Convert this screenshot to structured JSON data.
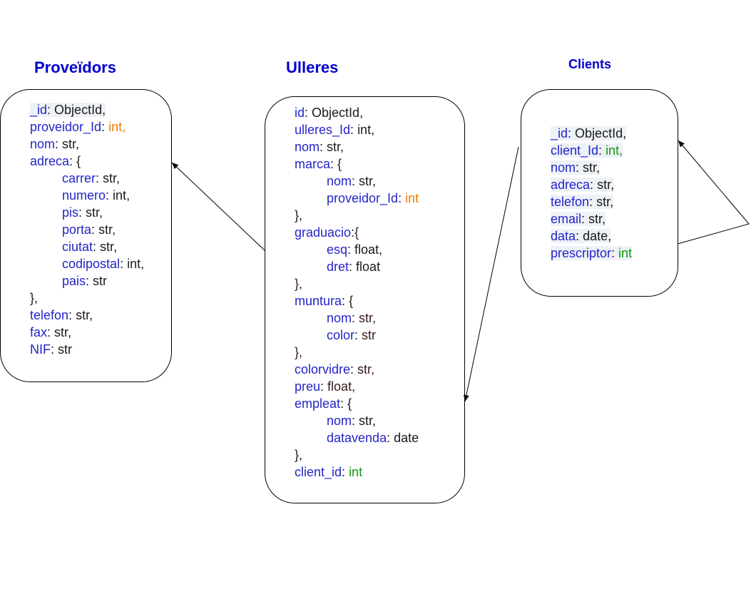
{
  "titles": {
    "proveidors": "Proveïdors",
    "ulleres": "Ulleres",
    "clients": "Clients"
  },
  "colors": {
    "title": "#0000cc",
    "key": "#2424c8",
    "int_orange": "#ef7a00",
    "int_green": "#119911",
    "text": "#1a1a1a"
  },
  "proveidors": [
    {
      "indent": 0,
      "key": "_id",
      "sep": ": ",
      "val": "ObjectId",
      "end": ",",
      "hl": true
    },
    {
      "indent": 0,
      "key": "proveidor_Id",
      "sep": ": ",
      "val": "int",
      "end": ",",
      "style": "int-orange"
    },
    {
      "indent": 0,
      "key": "nom",
      "sep": ": ",
      "val": "str",
      "end": ","
    },
    {
      "indent": 0,
      "key": "adreca",
      "sep": ": ",
      "val": "{",
      "end": ""
    },
    {
      "indent": 1,
      "key": "carrer",
      "sep": ": ",
      "val": "str",
      "end": ","
    },
    {
      "indent": 1,
      "key": "numero",
      "sep": ": ",
      "val": "int",
      "end": ","
    },
    {
      "indent": 1,
      "key": "pis",
      "sep": ": ",
      "val": "str",
      "end": ","
    },
    {
      "indent": 1,
      "key": "porta",
      "sep": ": ",
      "val": "str",
      "end": ","
    },
    {
      "indent": 1,
      "key": "ciutat",
      "sep": ": ",
      "val": "str",
      "end": ","
    },
    {
      "indent": 1,
      "key": "codipostal",
      "sep": ": ",
      "val": "int",
      "end": ","
    },
    {
      "indent": 1,
      "key": "pais",
      "sep": ": ",
      "val": "str",
      "end": ""
    },
    {
      "indent": 0,
      "key": "",
      "sep": "",
      "val": "},",
      "end": ""
    },
    {
      "indent": 0,
      "key": "telefon",
      "sep": ": ",
      "val": "str",
      "end": ","
    },
    {
      "indent": 0,
      "key": "fax",
      "sep": ": ",
      "val": "str",
      "end": ","
    },
    {
      "indent": 0,
      "key": "NIF",
      "sep": ": ",
      "val": "str",
      "end": ""
    }
  ],
  "ulleres": [
    {
      "indent": 0,
      "key": "id",
      "sep": ": ",
      "val": "ObjectId",
      "end": ","
    },
    {
      "indent": 0,
      "key": "ulleres_Id",
      "sep": ": ",
      "val": "int",
      "end": ","
    },
    {
      "indent": 0,
      "key": "nom",
      "sep": ": ",
      "val": "str",
      "end": ","
    },
    {
      "indent": 0,
      "key": "marca",
      "sep": ": ",
      "val": "{",
      "end": ""
    },
    {
      "indent": 1,
      "key": "nom",
      "sep": ": ",
      "val": "str",
      "end": ","
    },
    {
      "indent": 1,
      "key": "proveidor_Id",
      "sep": ": ",
      "val": "int",
      "end": "",
      "style": "int-orange"
    },
    {
      "indent": 0,
      "key": "",
      "sep": "",
      "val": "},",
      "end": ""
    },
    {
      "indent": 0,
      "key": "graduacio",
      "sep": ":",
      "val": "{",
      "end": "",
      "style": "dark"
    },
    {
      "indent": 1,
      "key": "esq",
      "sep": ": ",
      "val": "float",
      "end": ","
    },
    {
      "indent": 1,
      "key": "dret",
      "sep": ": ",
      "val": "float",
      "end": ""
    },
    {
      "indent": 0,
      "key": "",
      "sep": "",
      "val": "},",
      "end": "",
      "style": "dark"
    },
    {
      "indent": 0,
      "key": "muntura",
      "sep": ": ",
      "val": "{",
      "end": ""
    },
    {
      "indent": 1,
      "key": "nom",
      "sep": ": ",
      "val": "str",
      "end": ",",
      "style": "dark"
    },
    {
      "indent": 1,
      "key": "color",
      "sep": ": ",
      "val": "str",
      "end": "",
      "style": "dark"
    },
    {
      "indent": 0,
      "key": "",
      "sep": "",
      "val": "},",
      "end": "",
      "style": "dark"
    },
    {
      "indent": 0,
      "key": "colorvidre",
      "sep": ": ",
      "val": "str",
      "end": ",",
      "style": "dark"
    },
    {
      "indent": 0,
      "key": "preu",
      "sep": ": ",
      "val": "float",
      "end": ",",
      "style": "dark"
    },
    {
      "indent": 0,
      "key": "empleat",
      "sep": ": ",
      "val": "{",
      "end": ""
    },
    {
      "indent": 1,
      "key": "nom",
      "sep": ": ",
      "val": "str",
      "end": ","
    },
    {
      "indent": 1,
      "key": "datavenda",
      "sep": ": ",
      "val": "date",
      "end": ""
    },
    {
      "indent": 0,
      "key": "",
      "sep": "",
      "val": "},",
      "end": ""
    },
    {
      "indent": 0,
      "key": "client_id",
      "sep": ": ",
      "val": "int",
      "end": "",
      "style": "int-green"
    }
  ],
  "clients": [
    {
      "indent": 0,
      "key": "_id",
      "sep": ": ",
      "val": "ObjectId",
      "end": ",",
      "hl": true
    },
    {
      "indent": 0,
      "key": "client_Id",
      "sep": ": ",
      "val": "int",
      "end": ",",
      "style": "int-green",
      "hl": true
    },
    {
      "indent": 0,
      "key": "nom",
      "sep": ": ",
      "val": "str",
      "end": ",",
      "hl": true
    },
    {
      "indent": 0,
      "key": "adreca",
      "sep": ": ",
      "val": "str",
      "end": ",",
      "hl": true
    },
    {
      "indent": 0,
      "key": "telefon",
      "sep": ": ",
      "val": "str",
      "end": ",",
      "hl": true
    },
    {
      "indent": 0,
      "key": "email",
      "sep": ": ",
      "val": "str",
      "end": ",",
      "hl": true
    },
    {
      "indent": 0,
      "key": "data",
      "sep": ": ",
      "val": "date",
      "end": ",",
      "hl": true
    },
    {
      "indent": 0,
      "key": "prescriptor",
      "sep": ": ",
      "val": "int",
      "end": "",
      "style": "int-green",
      "hl": true
    }
  ]
}
